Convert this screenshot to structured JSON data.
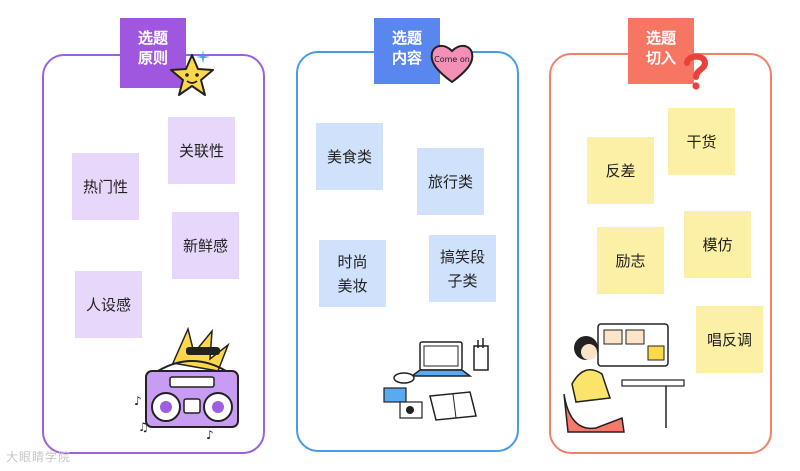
{
  "columns": [
    {
      "tab": [
        "选题",
        "原则"
      ],
      "notes": [
        "关联性",
        "热门性",
        "新鲜感",
        "人设感"
      ]
    },
    {
      "tab": [
        "选题",
        "内容"
      ],
      "notes": [
        "美食类",
        "旅行类",
        "时尚美妆",
        "搞笑段子类"
      ]
    },
    {
      "tab": [
        "选题",
        "切入"
      ],
      "notes": [
        "干货",
        "反差",
        "模仿",
        "励志",
        "唱反调"
      ]
    }
  ],
  "sticker_text": "Come on",
  "watermark": "大眼睛学院",
  "colors": {
    "purple": "#9b5fe0",
    "blue": "#4a9ae6",
    "coral": "#f0806a",
    "note_purple": "#e7d8fb",
    "note_blue": "#cfe1fb",
    "note_yellow": "#fcefa6"
  },
  "icons": [
    "star-sticker-icon",
    "heart-comeon-sticker-icon",
    "question-mark-icon",
    "boombox-character-illustration",
    "desk-laptop-illustration",
    "video-call-person-illustration"
  ]
}
